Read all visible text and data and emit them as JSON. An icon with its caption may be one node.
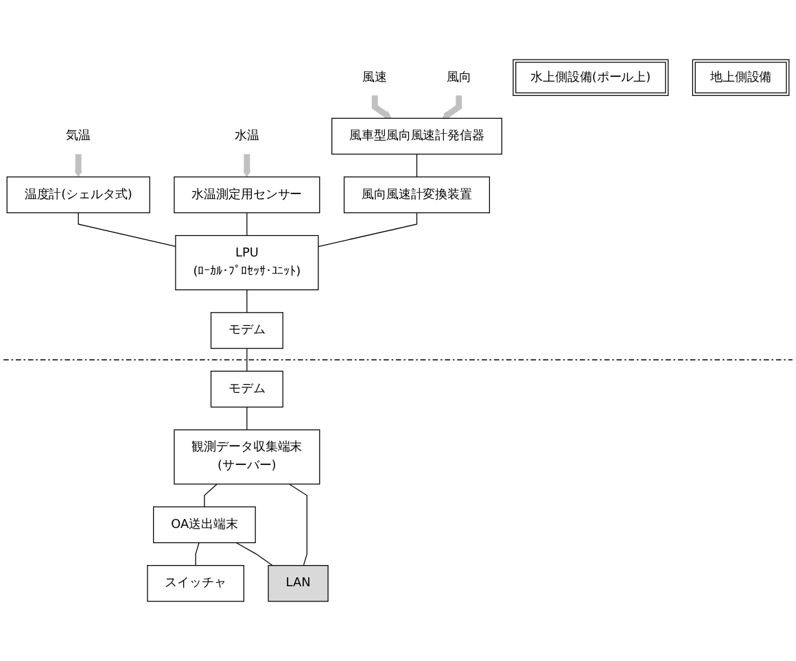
{
  "diagram": {
    "nodes": [
      {
        "text": [
          "風速"
        ]
      },
      {
        "text": [
          "風向"
        ]
      },
      {
        "text": [
          "気温"
        ]
      },
      {
        "text": [
          "水温"
        ]
      },
      {
        "text": [
          "風車型風向風速計発信器"
        ]
      },
      {
        "text": [
          "温度計(シェルタ式)"
        ]
      },
      {
        "text": [
          "水温測定用センサー"
        ]
      },
      {
        "text": [
          "風向風速計変換装置"
        ]
      },
      {
        "text": [
          "LPU",
          "(ﾛｰｶﾙ･ﾌﾟﾛｾｯｻ･ﾕﾆｯﾄ)"
        ]
      },
      {
        "text": [
          "モデム"
        ]
      },
      {
        "text": [
          "水上側設備(ポール上)"
        ]
      },
      {
        "text": [
          "モデム"
        ]
      },
      {
        "text": [
          "地上側設備"
        ]
      },
      {
        "text": [
          "LAN"
        ]
      },
      {
        "text": [
          "観測データ収集端末",
          "(サーバー)"
        ]
      },
      {
        "text": [
          "OA送出端末"
        ]
      },
      {
        "text": [
          "スイッチャ"
        ]
      }
    ],
    "edges": [
      {
        "from": 0,
        "to": 4,
        "arrow": "to",
        "style": "thick",
        "color": "#c0c0c0"
      },
      {
        "from": 1,
        "to": 4,
        "arrow": "to",
        "style": "thick",
        "color": "#c0c0c0"
      },
      {
        "from": 2,
        "to": 5,
        "arrow": "to",
        "style": "thick",
        "color": "#c0c0c0"
      },
      {
        "from": 3,
        "to": 6,
        "arrow": "to",
        "style": "thick",
        "color": "#c0c0c0"
      },
      {
        "from": 4,
        "to": 7,
        "arrow": "none"
      },
      {
        "from": 7,
        "to": 8,
        "arrow": "none"
      },
      {
        "from": 5,
        "to": 8,
        "arrow": "none"
      },
      {
        "from": 6,
        "to": 8,
        "arrow": "none"
      },
      {
        "from": 8,
        "to": 9,
        "arrow": "none"
      },
      {
        "from": 9,
        "to": 11,
        "arrow": "none"
      },
      {
        "from": 11,
        "to": 14,
        "arrow": "none"
      },
      {
        "from": 14,
        "to": 15,
        "arrow": "none"
      },
      {
        "from": 15,
        "to": 16,
        "arrow": "none"
      },
      {
        "from": 14,
        "to": 13,
        "arrow": "none"
      },
      {
        "from": 15,
        "to": 13,
        "arrow": "none"
      }
    ]
  }
}
